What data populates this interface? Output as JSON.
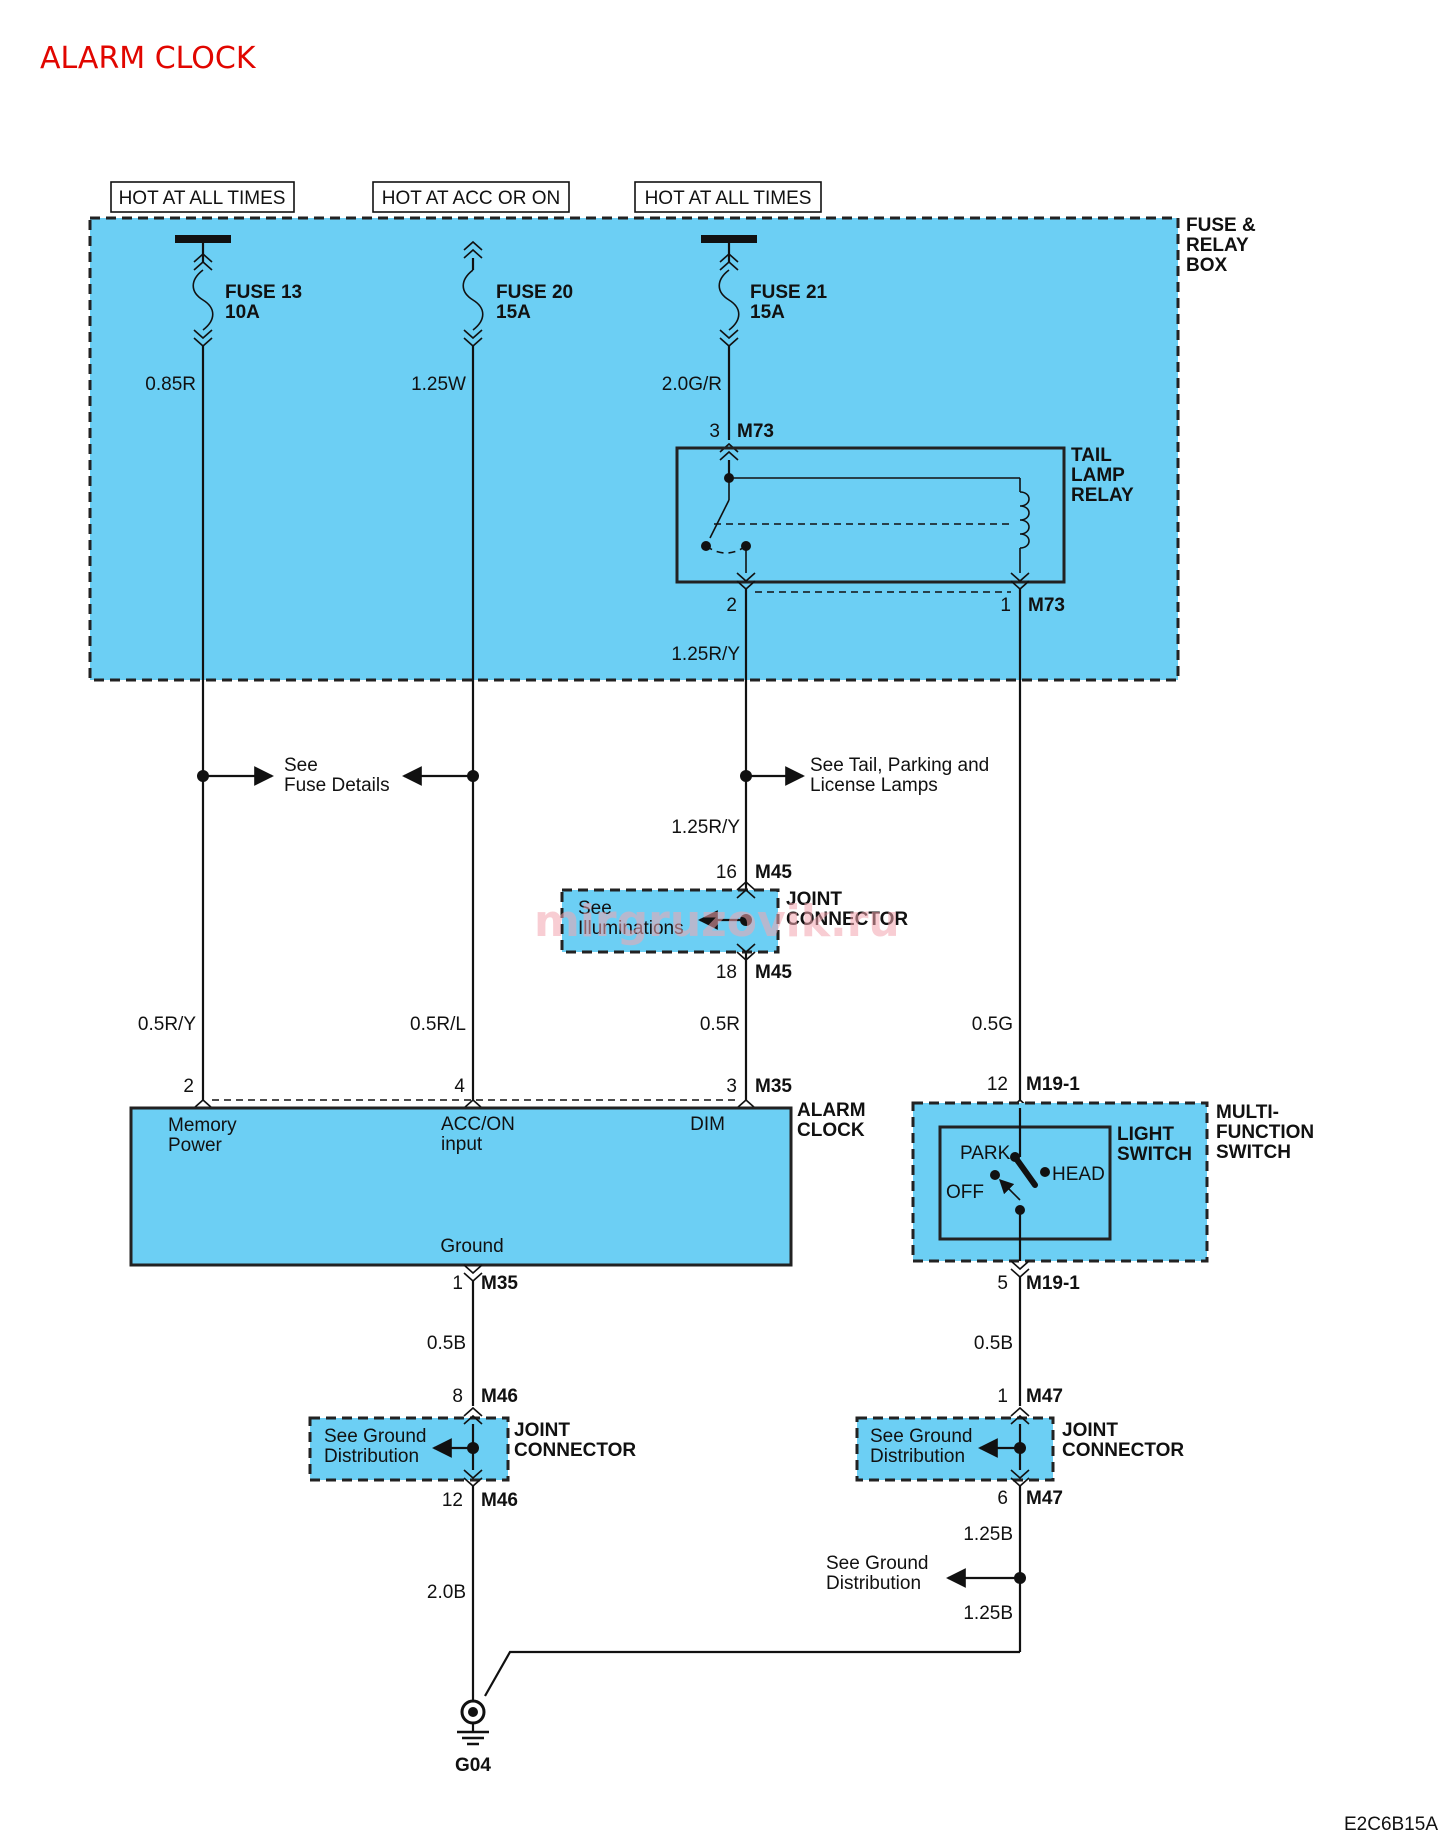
{
  "title": "ALARM CLOCK",
  "code": "E2C6B15A",
  "watermark": "mirgruzovik.ru",
  "colors": {
    "title": "#e10600",
    "component_fill": "#6ccff4",
    "wire": "#111111"
  },
  "power_labels": [
    "HOT AT ALL TIMES",
    "HOT AT ACC OR ON",
    "HOT AT ALL TIMES"
  ],
  "fuse_box": {
    "label_lines": [
      "FUSE &",
      "RELAY",
      "BOX"
    ]
  },
  "fuses": [
    {
      "name": "FUSE 13",
      "rating": "10A",
      "wire": "0.85R"
    },
    {
      "name": "FUSE 20",
      "rating": "15A",
      "wire": "1.25W"
    },
    {
      "name": "FUSE 21",
      "rating": "15A",
      "wire": "2.0G/R"
    }
  ],
  "tail_lamp_relay": {
    "label_lines": [
      "TAIL",
      "LAMP",
      "RELAY"
    ],
    "connector": "M73",
    "pin_in": "3",
    "pin_out": "2",
    "pin_coil": "1",
    "out_wire": "1.25R/Y"
  },
  "splices": {
    "fuse_details": [
      "See",
      "Fuse Details"
    ],
    "tail_lamps": [
      "See Tail, Parking and",
      "License Lamps"
    ],
    "tail_wire": "1.25R/Y"
  },
  "joint_m45": {
    "label_lines": [
      "JOINT",
      "CONNECTOR"
    ],
    "see_lines": [
      "See",
      "Illuminations"
    ],
    "connector": "M45",
    "pin_top": "16",
    "pin_bottom": "18"
  },
  "wires_to_clock": {
    "memory": "0.5R/Y",
    "acc": "0.5R/L",
    "dim": "0.5R",
    "switch": "0.5G"
  },
  "alarm_clock": {
    "label_lines": [
      "ALARM",
      "CLOCK"
    ],
    "connector": "M35",
    "pins": {
      "memory": "2",
      "acc": "4",
      "dim": "3",
      "ground": "1"
    },
    "memory_lines": [
      "Memory",
      "Power"
    ],
    "acc_lines": [
      "ACC/ON",
      "input"
    ],
    "dim": "DIM",
    "ground": "Ground"
  },
  "multi_function_switch": {
    "label_lines": [
      "MULTI-",
      "FUNCTION",
      "SWITCH"
    ],
    "light_switch_lines": [
      "LIGHT",
      "SWITCH"
    ],
    "connector": "M19-1",
    "pin_top": "12",
    "pin_bottom": "5",
    "positions": {
      "park": "PARK",
      "head": "HEAD",
      "off": "OFF"
    }
  },
  "ground_left": {
    "wire_top": "0.5B",
    "connector": "M46",
    "pin_top": "8",
    "pin_bottom": "12",
    "label_lines": [
      "JOINT",
      "CONNECTOR"
    ],
    "see_lines": [
      "See Ground",
      "Distribution"
    ],
    "wire_bottom": "2.0B"
  },
  "ground_right": {
    "wire_top": "0.5B",
    "connector": "M47",
    "pin_top": "1",
    "pin_bottom": "6",
    "label_lines": [
      "JOINT",
      "CONNECTOR"
    ],
    "see_lines": [
      "See Ground",
      "Distribution"
    ],
    "wire_mid": "1.25B",
    "see_ground_lines": [
      "See Ground",
      "Distribution"
    ],
    "wire_bottom": "1.25B"
  },
  "ground_point": "G04"
}
